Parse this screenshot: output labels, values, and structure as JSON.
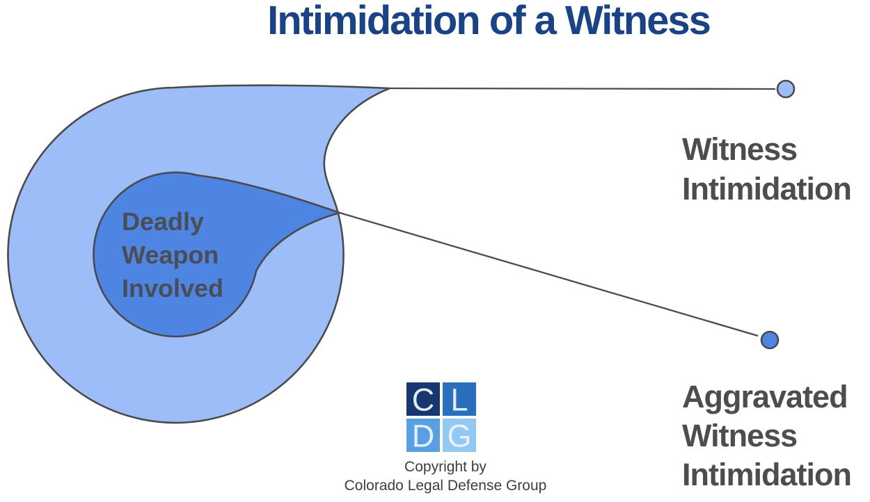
{
  "page_title": "Intimidation of a Witness",
  "colors": {
    "title_text": "#1a4287",
    "outer_fill": "#9dbdf8",
    "inner_fill": "#4e84e2",
    "outline": "#4a4a4a",
    "label_text": "#4d4d4d"
  },
  "diagram": {
    "inner_circle_label": "Deadly\nWeapon\nInvolved",
    "callouts": [
      {
        "label": "Witness\nIntimidation",
        "dot_color": "#9dbdf8",
        "target": "outer-circle"
      },
      {
        "label": "Aggravated\nWitness\nIntimidation",
        "dot_color": "#4e84e2",
        "target": "inner-circle"
      }
    ]
  },
  "footer": {
    "logo": {
      "letters": [
        "C",
        "L",
        "D",
        "G"
      ],
      "square_colors": [
        "#16386e",
        "#2a6fbe",
        "#58a0e3",
        "#92c9f3"
      ]
    },
    "copyright": "Copyright by\nColorado Legal Defense Group"
  }
}
